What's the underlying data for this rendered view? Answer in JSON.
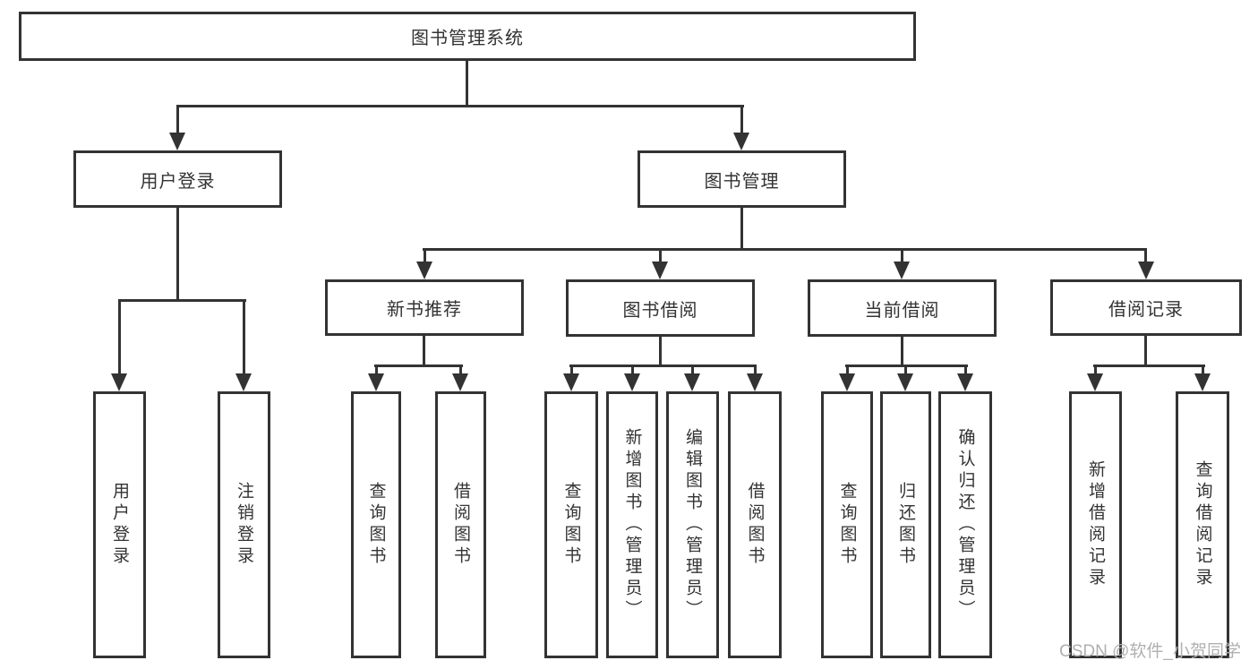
{
  "colors": {
    "line": "#333333",
    "text": "#333333",
    "background": "#ffffff",
    "watermark": "#b0b0b0"
  },
  "diagram": {
    "root": {
      "label": "图书管理系统"
    },
    "branches": [
      {
        "label": "用户登录",
        "children": [
          {
            "label": "用户登录"
          },
          {
            "label": "注销登录"
          }
        ]
      },
      {
        "label": "图书管理",
        "children": [
          {
            "label": "新书推荐",
            "children": [
              {
                "label": "查询图书"
              },
              {
                "label": "借阅图书"
              }
            ]
          },
          {
            "label": "图书借阅",
            "children": [
              {
                "label": "查询图书"
              },
              {
                "label": "新增图书（管理员）"
              },
              {
                "label": "编辑图书（管理员）"
              },
              {
                "label": "借阅图书"
              }
            ]
          },
          {
            "label": "当前借阅",
            "children": [
              {
                "label": "查询图书"
              },
              {
                "label": "归还图书"
              },
              {
                "label": "确认归还（管理员）"
              }
            ]
          },
          {
            "label": "借阅记录",
            "children": [
              {
                "label": "新增借阅记录"
              },
              {
                "label": "查询借阅记录"
              }
            ]
          }
        ]
      }
    ]
  },
  "watermark": {
    "text": "CSDN @软件_小贺同学"
  }
}
